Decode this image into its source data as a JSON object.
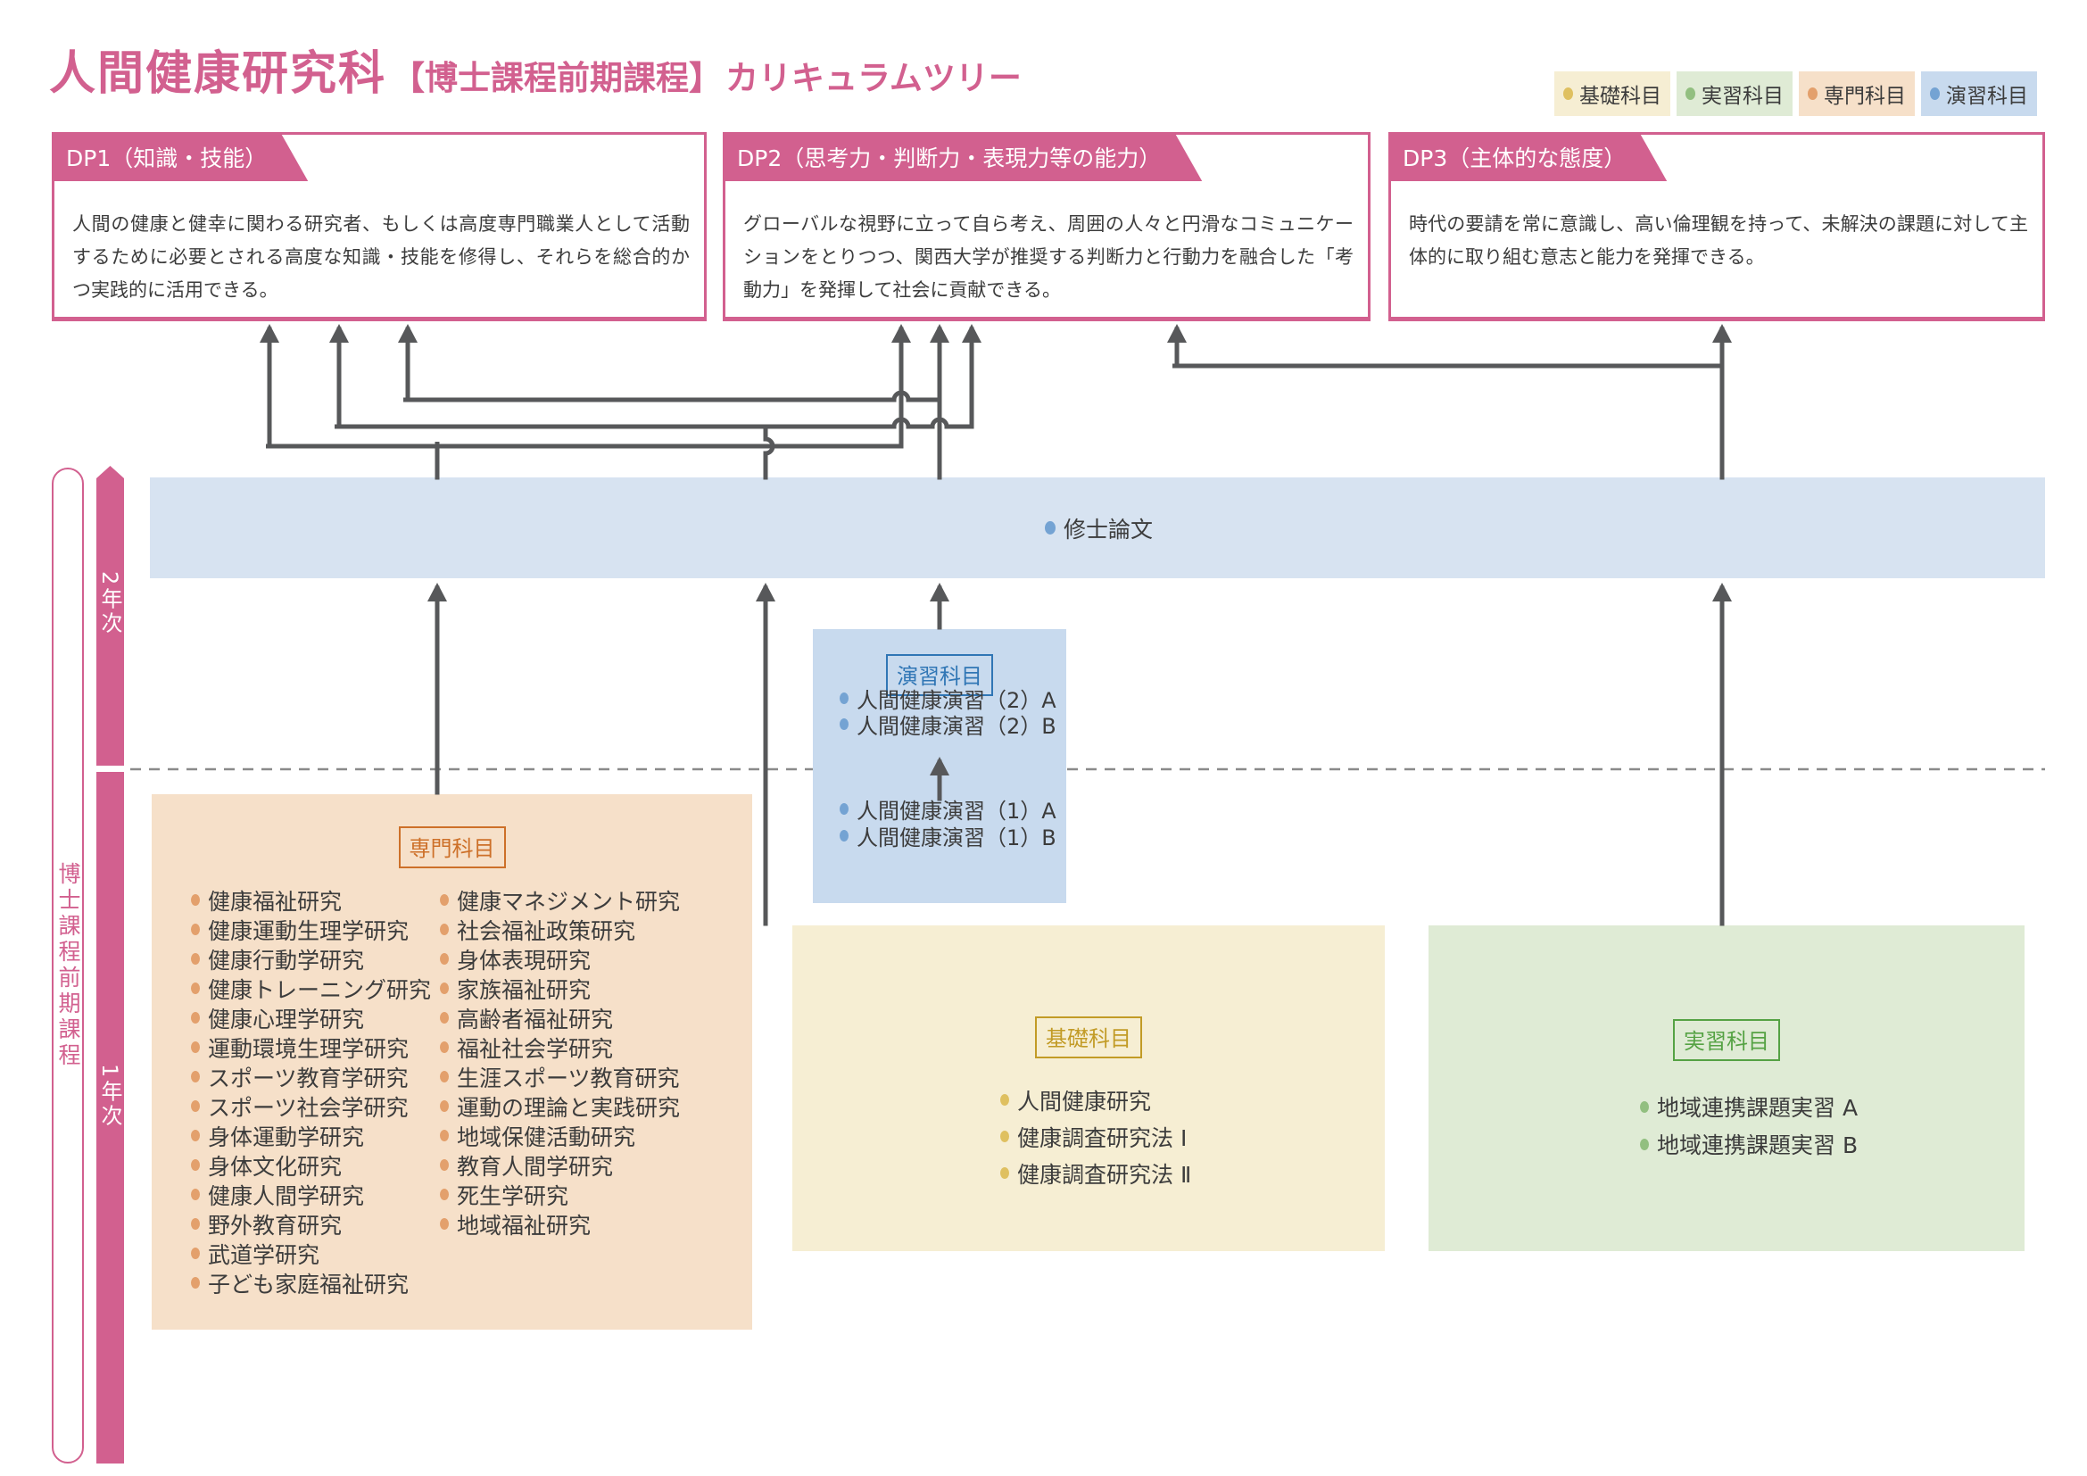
{
  "title": {
    "main": "人間健康研究科",
    "bracket": "【博士課程前期課程】",
    "suffix": "カリキュラムツリー"
  },
  "legend": {
    "items": [
      {
        "label": "基礎科目"
      },
      {
        "label": "実習科目"
      },
      {
        "label": "専門科目"
      },
      {
        "label": "演習科目"
      }
    ]
  },
  "dp_boxes": [
    {
      "header": "DP1（知識・技能）",
      "body": "人間の健康と健幸に関わる研究者、もしくは高度専門職業人として活動するために必要とされる高度な知識・技能を修得し、それらを総合的かつ実践的に活用できる。"
    },
    {
      "header": "DP2（思考力・判断力・表現力等の能力）",
      "body": "グローバルな視野に立って自ら考え、周囲の人々と円滑なコミュニケーションをとりつつ、関西大学が推奨する判断力と行動力を融合した「考動力」を発揮して社会に貢献できる。"
    },
    {
      "header": "DP3（主体的な態度）",
      "body": "時代の要請を常に意識し、高い倫理観を持って、未解決の課題に対して主体的に取り組む意志と能力を発揮できる。"
    }
  ],
  "thesis_bar": {
    "label": "修士論文"
  },
  "sidebar": {
    "program": "博士課程前期課程",
    "year2": "2年次",
    "year1": "1年次"
  },
  "course_boxes": {
    "enshu": {
      "label": "演習科目",
      "upper": [
        "人間健康演習（2）A",
        "人間健康演習（2）B"
      ],
      "lower": [
        "人間健康演習（1）A",
        "人間健康演習（1）B"
      ]
    },
    "senmon": {
      "label": "専門科目",
      "col1": [
        "健康福祉研究",
        "健康運動生理学研究",
        "健康行動学研究",
        "健康トレーニング研究",
        "健康心理学研究",
        "運動環境生理学研究",
        "スポーツ教育学研究",
        "スポーツ社会学研究",
        "身体運動学研究",
        "身体文化研究",
        "健康人間学研究",
        "野外教育研究",
        "武道学研究",
        "子ども家庭福祉研究"
      ],
      "col2": [
        "健康マネジメント研究",
        "社会福祉政策研究",
        "身体表現研究",
        "家族福祉研究",
        "高齢者福祉研究",
        "福祉社会学研究",
        "生涯スポーツ教育研究",
        "運動の理論と実践研究",
        "地域保健活動研究",
        "教育人間学研究",
        "死生学研究",
        "地域福祉研究"
      ]
    },
    "kiso": {
      "label": "基礎科目",
      "items": [
        "人間健康研究",
        "健康調査研究法 Ⅰ",
        "健康調査研究法 Ⅱ"
      ]
    },
    "jisshu": {
      "label": "実習科目",
      "items": [
        "地域連携課題実習 A",
        "地域連携課題実習 B"
      ]
    }
  },
  "colors": {
    "pink": "#d2608f",
    "line-gray": "#57585a",
    "dash-gray": "#8a8a8a",
    "text-dark": "#3c3c3c",
    "bar-blue": "#d7e3f1",
    "enshu-bg": "#c8daee",
    "enshu-accent": "#3076b5",
    "enshu-dot": "#74a3d3",
    "senmon-bg": "#f6e0c9",
    "senmon-accent": "#cd7029",
    "senmon-dot": "#e3a06c",
    "kiso-bg": "#f6eed3",
    "kiso-accent": "#c29b26",
    "kiso-dot": "#dfc060",
    "jisshu-bg": "#dfebd5",
    "jisshu-accent": "#55a244",
    "jisshu-dot": "#92bf80"
  }
}
